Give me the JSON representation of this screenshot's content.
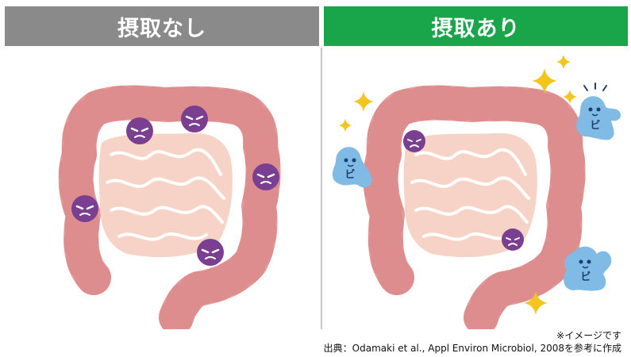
{
  "headers": {
    "left": "摂取なし",
    "right": "摂取あり"
  },
  "bacteria": {
    "good_label": "ビ"
  },
  "footnote": {
    "line1": "※イメージです",
    "line2": "出典：Odamaki et al., Appl Environ Microbiol, 2008を参考に作成"
  },
  "colors": {
    "header_left": "#8a8a8a",
    "header_right": "#19a64a",
    "colon": "#e49a9a",
    "colon_dark": "#d98585",
    "small_intestine": "#f6d3c6",
    "bad_bacteria": "#7a3f90",
    "good_bacteria": "#7fbbe4",
    "sparkle": "#f3c51d"
  },
  "icons": [
    "colon-icon",
    "bad-bacteria-icon",
    "good-bacteria-icon",
    "sparkle-icon"
  ]
}
